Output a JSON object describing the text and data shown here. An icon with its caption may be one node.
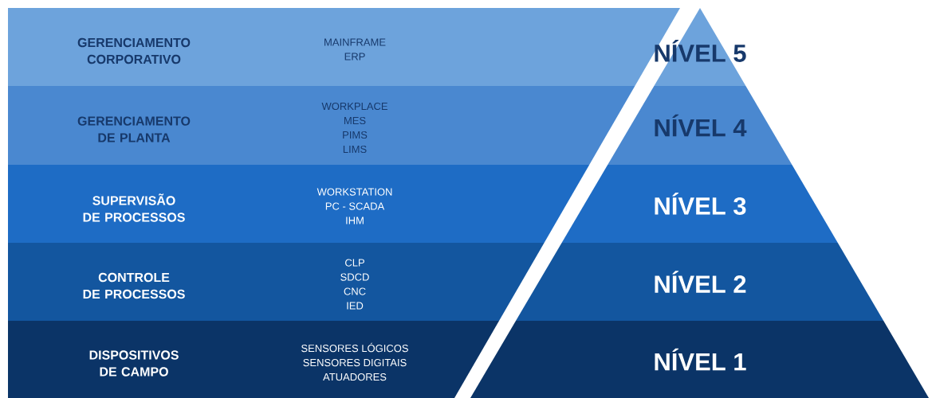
{
  "diagram": {
    "nodes": [
      {
        "text": [
          "GERENCIAMENTO CORPORATIVO",
          "MAINFRAME",
          "ERP"
        ]
      },
      {
        "text": [
          "NÍVEL 5"
        ]
      },
      {
        "text": [
          "GERENCIAMENTO DE PLANTA",
          "WORKPLACE",
          "MES",
          "PIMS",
          "LIMS"
        ]
      },
      {
        "text": [
          "NÍVEL 4"
        ]
      },
      {
        "text": [
          "SUPERVISÃO DE PROCESSOS",
          "WORKSTATION",
          "PC - SCADA",
          "IHM"
        ]
      },
      {
        "text": [
          "NÍVEL 3"
        ]
      },
      {
        "text": [
          "CONTROLE DE PROCESSOS",
          "CLP",
          "SDCD",
          "CNC",
          "IED"
        ]
      },
      {
        "text": [
          "NÍVEL 2"
        ]
      },
      {
        "text": [
          "DISPOSITIVOS DE CAMPO",
          "SENSORES LÓGICOS",
          "SENSORES DIGITAIS",
          "ATUADORES"
        ]
      },
      {
        "text": [
          "NÍVEL 1"
        ]
      }
    ]
  }
}
